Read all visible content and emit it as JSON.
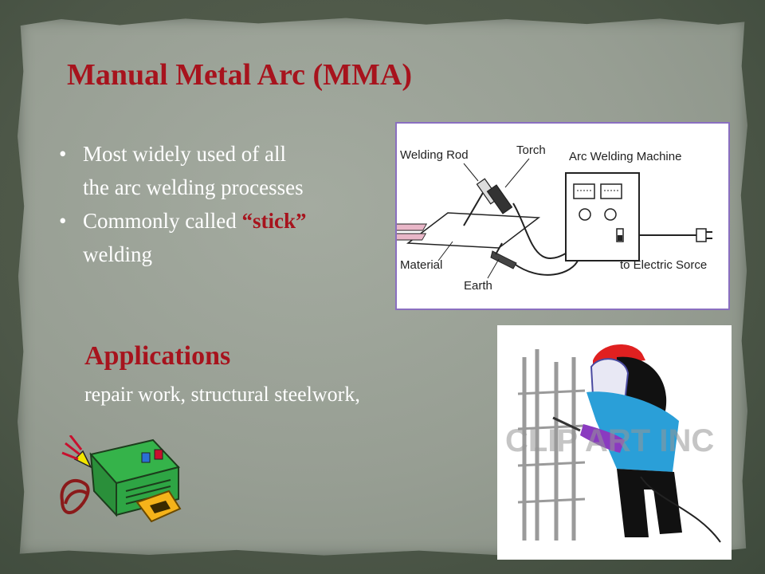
{
  "slide": {
    "title": "Manual Metal Arc (MMA)",
    "bullets": [
      {
        "line1": "Most widely used of all",
        "line2": "the arc welding processes"
      },
      {
        "prefix": "Commonly called ",
        "highlight": "“stick”",
        "line2": "welding"
      }
    ],
    "bullet_char": "•",
    "applications": {
      "heading": "Applications",
      "text": "repair work, structural steelwork,"
    },
    "colors": {
      "title": "#a7131d",
      "body_text": "#ffffff",
      "panel": "#979e93",
      "frame": "#4d5a4c"
    }
  },
  "diagram": {
    "labels": {
      "welding_rod": "Welding Rod",
      "torch": "Torch",
      "machine": "Arc Welding Machine",
      "material": "Material",
      "earth": "Earth",
      "electric": "to Electric Sorce"
    }
  },
  "watermark": {
    "text": "CLIP ART INC"
  }
}
